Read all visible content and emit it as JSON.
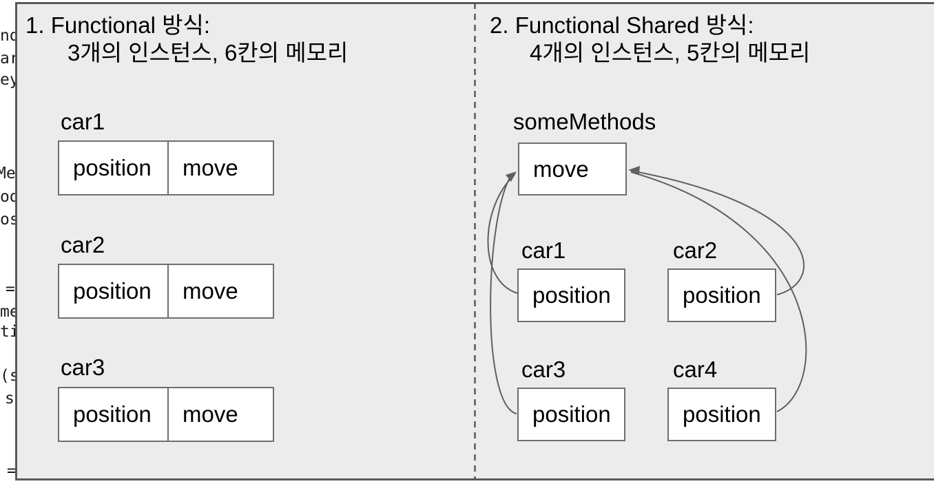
{
  "code_fragments": [
    "nd",
    "ar",
    "ey",
    "Me",
    "od",
    "os",
    "=",
    "me",
    "ti",
    "(s",
    "s",
    "="
  ],
  "left_section": {
    "title_line1": "1. Functional 방식:",
    "title_line2": "3개의 인스턴스, 6칸의 메모리",
    "instances": [
      {
        "label": "car1",
        "cells": [
          "position",
          "move"
        ]
      },
      {
        "label": "car2",
        "cells": [
          "position",
          "move"
        ]
      },
      {
        "label": "car3",
        "cells": [
          "position",
          "move"
        ]
      }
    ]
  },
  "right_section": {
    "title_line1": "2. Functional Shared 방식:",
    "title_line2": "4개의 인스턴스, 5칸의 메모리",
    "shared_methods_label": "someMethods",
    "shared_methods_cell": "move",
    "instances": [
      {
        "label": "car1",
        "cell": "position"
      },
      {
        "label": "car2",
        "cell": "position"
      },
      {
        "label": "car3",
        "cell": "position"
      },
      {
        "label": "car4",
        "cell": "position"
      }
    ]
  },
  "colors": {
    "panel_background": "#ececec",
    "panel_border": "#595959",
    "box_border": "#6e6e6e",
    "arrow": "#5f5f5f",
    "text": "#000000"
  }
}
